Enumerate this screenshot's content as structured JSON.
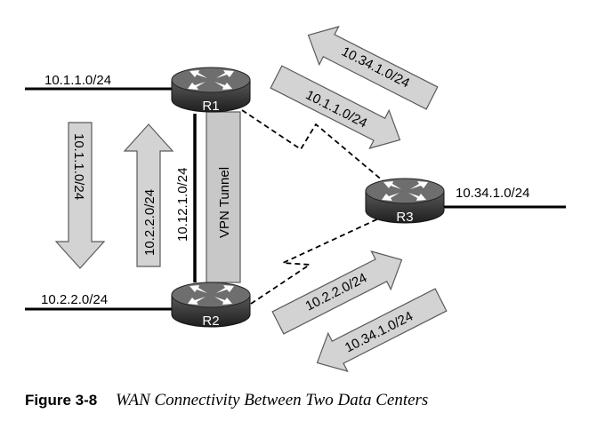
{
  "routers": [
    {
      "id": "R1",
      "name": "R1"
    },
    {
      "id": "R2",
      "name": "R2"
    },
    {
      "id": "R3",
      "name": "R3"
    }
  ],
  "labels": {
    "r1_lan": "10.1.1.0/24",
    "r2_lan": "10.2.2.0/24",
    "r3_lan": "10.34.1.0/24",
    "link_r1_r2": "10.12.1.0/24",
    "vpn_tunnel": "VPN Tunnel"
  },
  "arrows": {
    "left_down": "10.1.1.0/24",
    "left_up": "10.2.2.0/24",
    "top_to_r1": "10.34.1.0/24",
    "top_to_r3": "10.1.1.0/24",
    "bottom_to_r3": "10.2.2.0/24",
    "bottom_to_r2": "10.34.1.0/24"
  },
  "caption": {
    "number": "Figure 3-8",
    "text": "WAN Connectivity Between Two Data Centers"
  },
  "colors": {
    "router_body": "#3a3a3a",
    "arrow_fill": "#d3d3d3",
    "line": "#000000"
  }
}
